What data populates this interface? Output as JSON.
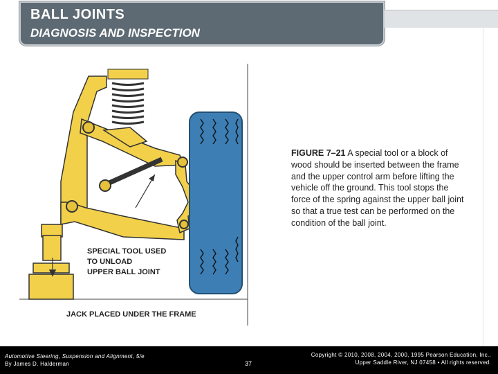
{
  "header": {
    "title": "BALL JOINTS",
    "subtitle": "DIAGNOSIS AND INSPECTION"
  },
  "figure": {
    "label_tool_line1": "SPECIAL TOOL USED",
    "label_tool_line2": "TO UNLOAD",
    "label_tool_line3": "UPPER BALL JOINT",
    "label_jack": "JACK PLACED UNDER THE FRAME"
  },
  "caption": {
    "figure_number": "FIGURE 7–21",
    "text": " A special tool or a block of wood should be inserted between the frame and the upper control arm before lifting the vehicle off the ground. This tool stops the force of the spring against the upper ball joint so that a true test can be performed on the condition of the ball joint."
  },
  "footer": {
    "book_title": "Automotive Steering, Suspension and Alignment, 5/e",
    "author": "By James D. Halderman",
    "page_number": "37",
    "copyright_line1": "Copyright © 2010, 2008, 2004, 2000, 1995 Pearson Education, Inc.,",
    "copyright_line2": "Upper Saddle River, NJ 07458 • All rights reserved."
  },
  "colors": {
    "header_bg": "#5d6a73",
    "arm_yellow": "#f2d04a",
    "tire_blue": "#3d7fb5",
    "footer_bg": "#000000"
  }
}
